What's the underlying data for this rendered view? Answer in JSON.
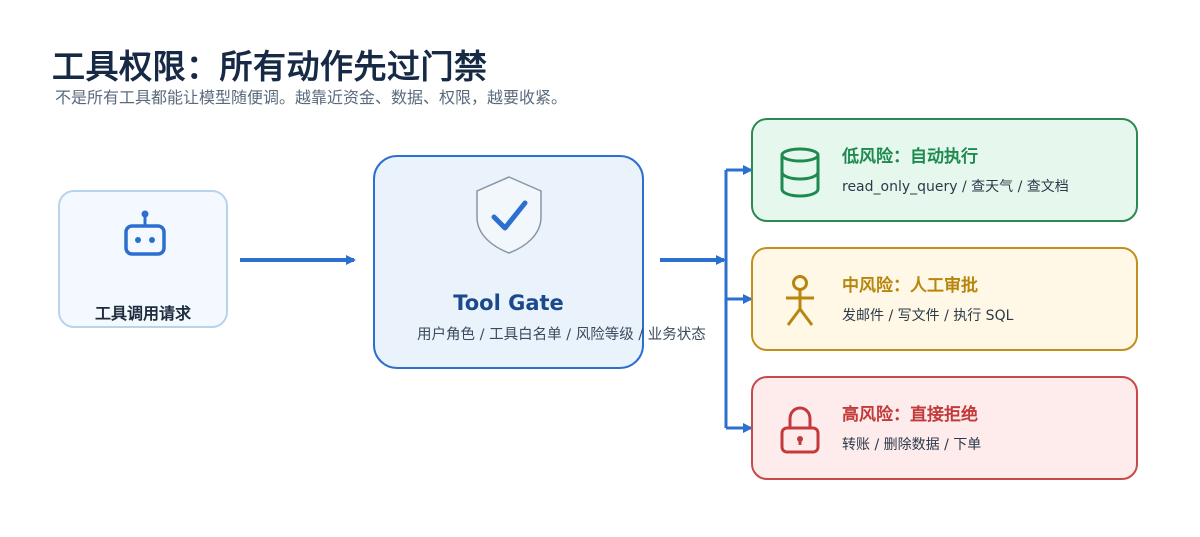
{
  "title": "工具权限：所有动作先过门禁",
  "subtitle": "不是所有工具都能让模型随便调。越靠近资金、数据、权限，越要收紧。",
  "request": {
    "label": "工具调用请求",
    "icon": "robot-icon"
  },
  "gate": {
    "title": "Tool Gate",
    "subtitle": "用户角色 / 工具白名单 / 风险等级 / 业务状态",
    "icon": "shield-check-icon"
  },
  "risks": [
    {
      "title": "低风险：自动执行",
      "desc": "read_only_query / 查天气 / 查文档",
      "icon": "database-icon",
      "color": "#1f8a50"
    },
    {
      "title": "中风险：人工审批",
      "desc": "发邮件 / 写文件 / 执行 SQL",
      "icon": "person-icon",
      "color": "#b7860f"
    },
    {
      "title": "高风险：直接拒绝",
      "desc": "转账 / 删除数据 / 下单",
      "icon": "lock-icon",
      "color": "#c23a3a"
    }
  ],
  "colors": {
    "arrow": "#2b6fd0",
    "title": "#172a45"
  }
}
